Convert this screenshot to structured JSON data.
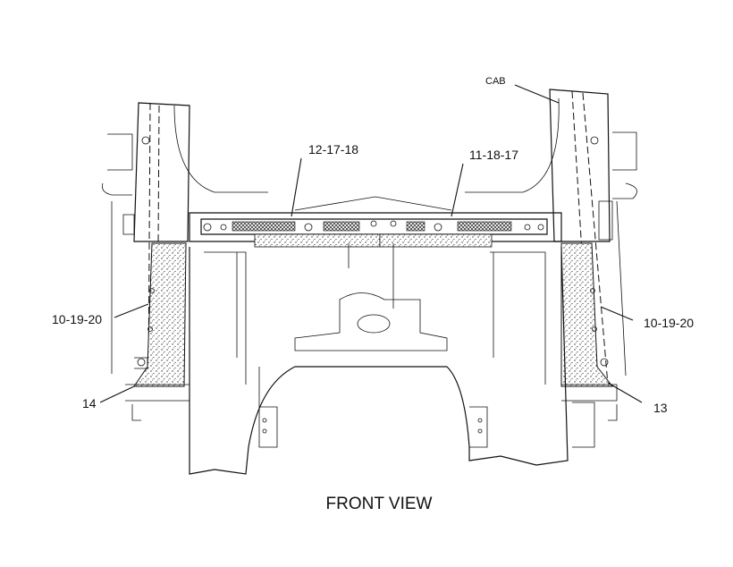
{
  "callouts": {
    "cab": "CAB",
    "upper_left": "12-17-18",
    "upper_right": "11-18-17",
    "left_side": "10-19-20",
    "right_side": "10-19-20",
    "bottom_left": "14",
    "bottom_right": "13"
  },
  "view_title": "FRONT VIEW",
  "colors": {
    "line": "#111111",
    "background": "#ffffff"
  }
}
